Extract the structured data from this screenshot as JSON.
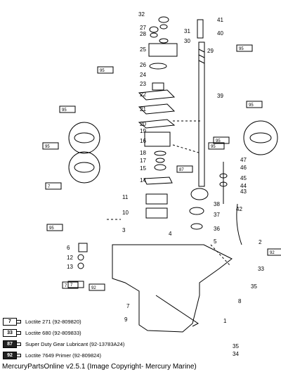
{
  "callouts": [
    "32",
    "27",
    "28",
    "31",
    "41",
    "30",
    "40",
    "25",
    "29",
    "26",
    "24",
    "23",
    "22",
    "21",
    "20",
    "19",
    "16",
    "39",
    "18",
    "17",
    "15",
    "14",
    "47",
    "46",
    "45",
    "44",
    "43",
    "11",
    "10",
    "38",
    "37",
    "42",
    "3",
    "36",
    "4",
    "5",
    "2",
    "6",
    "12",
    "13",
    "33",
    "35",
    "8",
    "7",
    "9",
    "1",
    "35",
    "34"
  ],
  "tube_tags": [
    "95",
    "95",
    "95",
    "95",
    "95",
    "7",
    "95",
    "87",
    "7",
    "95",
    "7",
    "92",
    "95",
    "92"
  ],
  "legend": [
    {
      "tag": "7",
      "text": "Loctite 271 (92-809820)"
    },
    {
      "tag": "33",
      "text": "Loctite 680 (92-809833)"
    },
    {
      "tag": "87",
      "text": "Super Duty Gear Lubricant (92-13783A24)"
    },
    {
      "tag": "92",
      "text": "Loctite 7649 Primer (92-809824)"
    }
  ],
  "footer": "MercuryPartsOnline v2.5.1 (Image Copyright- Mercury Marine)",
  "colors": {
    "ink": "#000000",
    "paper": "#ffffff"
  }
}
